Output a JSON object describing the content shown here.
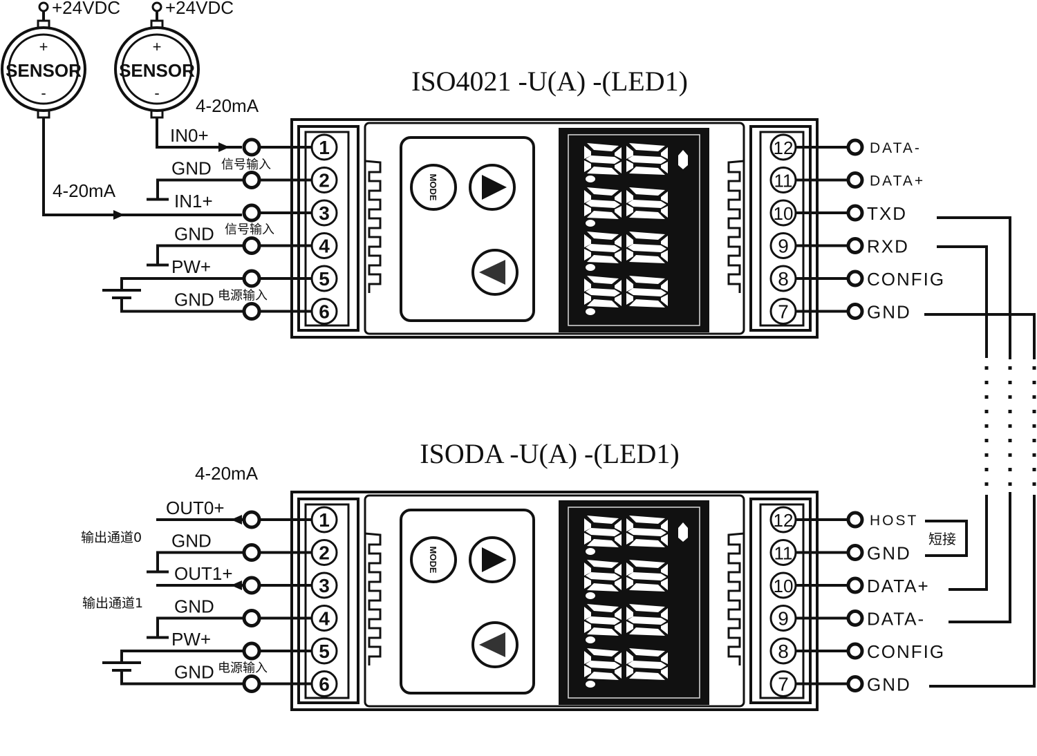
{
  "sensors": [
    {
      "supply": "+24VDC",
      "plus": "+",
      "name": "SENSOR",
      "minus": "-"
    },
    {
      "supply": "+24VDC",
      "plus": "+",
      "name": "SENSOR",
      "minus": "-"
    }
  ],
  "modules": [
    {
      "title": "ISO4021  -U(A) -(LED1)",
      "current_label": "4-20mA",
      "left_pins": [
        {
          "num": "1",
          "label": "IN0+"
        },
        {
          "num": "2",
          "label": "GND"
        },
        {
          "num": "3",
          "label": "IN1+"
        },
        {
          "num": "4",
          "label": "GND"
        },
        {
          "num": "5",
          "label": "PW+"
        },
        {
          "num": "6",
          "label": "GND"
        }
      ],
      "left_notes": [
        "信号输入",
        "信号输入",
        "电源输入"
      ],
      "right_pins": [
        {
          "num": "12",
          "label": "DATA-"
        },
        {
          "num": "11",
          "label": "DATA+"
        },
        {
          "num": "10",
          "label": "TXD"
        },
        {
          "num": "9",
          "label": "RXD"
        },
        {
          "num": "8",
          "label": "CONFIG"
        },
        {
          "num": "7",
          "label": "GND"
        }
      ],
      "buttons": {
        "mode": "MODE"
      }
    },
    {
      "title": "ISODA  -U(A) -(LED1)",
      "current_label": "4-20mA",
      "left_pins": [
        {
          "num": "1",
          "label": "OUT0+"
        },
        {
          "num": "2",
          "label": "GND"
        },
        {
          "num": "3",
          "label": "OUT1+"
        },
        {
          "num": "4",
          "label": "GND"
        },
        {
          "num": "5",
          "label": "PW+"
        },
        {
          "num": "6",
          "label": "GND"
        }
      ],
      "left_notes": [
        "输出通道0",
        "输出通道1",
        "电源输入"
      ],
      "right_pins": [
        {
          "num": "12",
          "label": "HOST"
        },
        {
          "num": "11",
          "label": "GND"
        },
        {
          "num": "10",
          "label": "DATA+"
        },
        {
          "num": "9",
          "label": "DATA-"
        },
        {
          "num": "8",
          "label": "CONFIG"
        },
        {
          "num": "7",
          "label": "GND"
        }
      ],
      "buttons": {
        "mode": "MODE"
      },
      "short_note": "短接"
    }
  ],
  "sensor_current_label": "4-20mA"
}
